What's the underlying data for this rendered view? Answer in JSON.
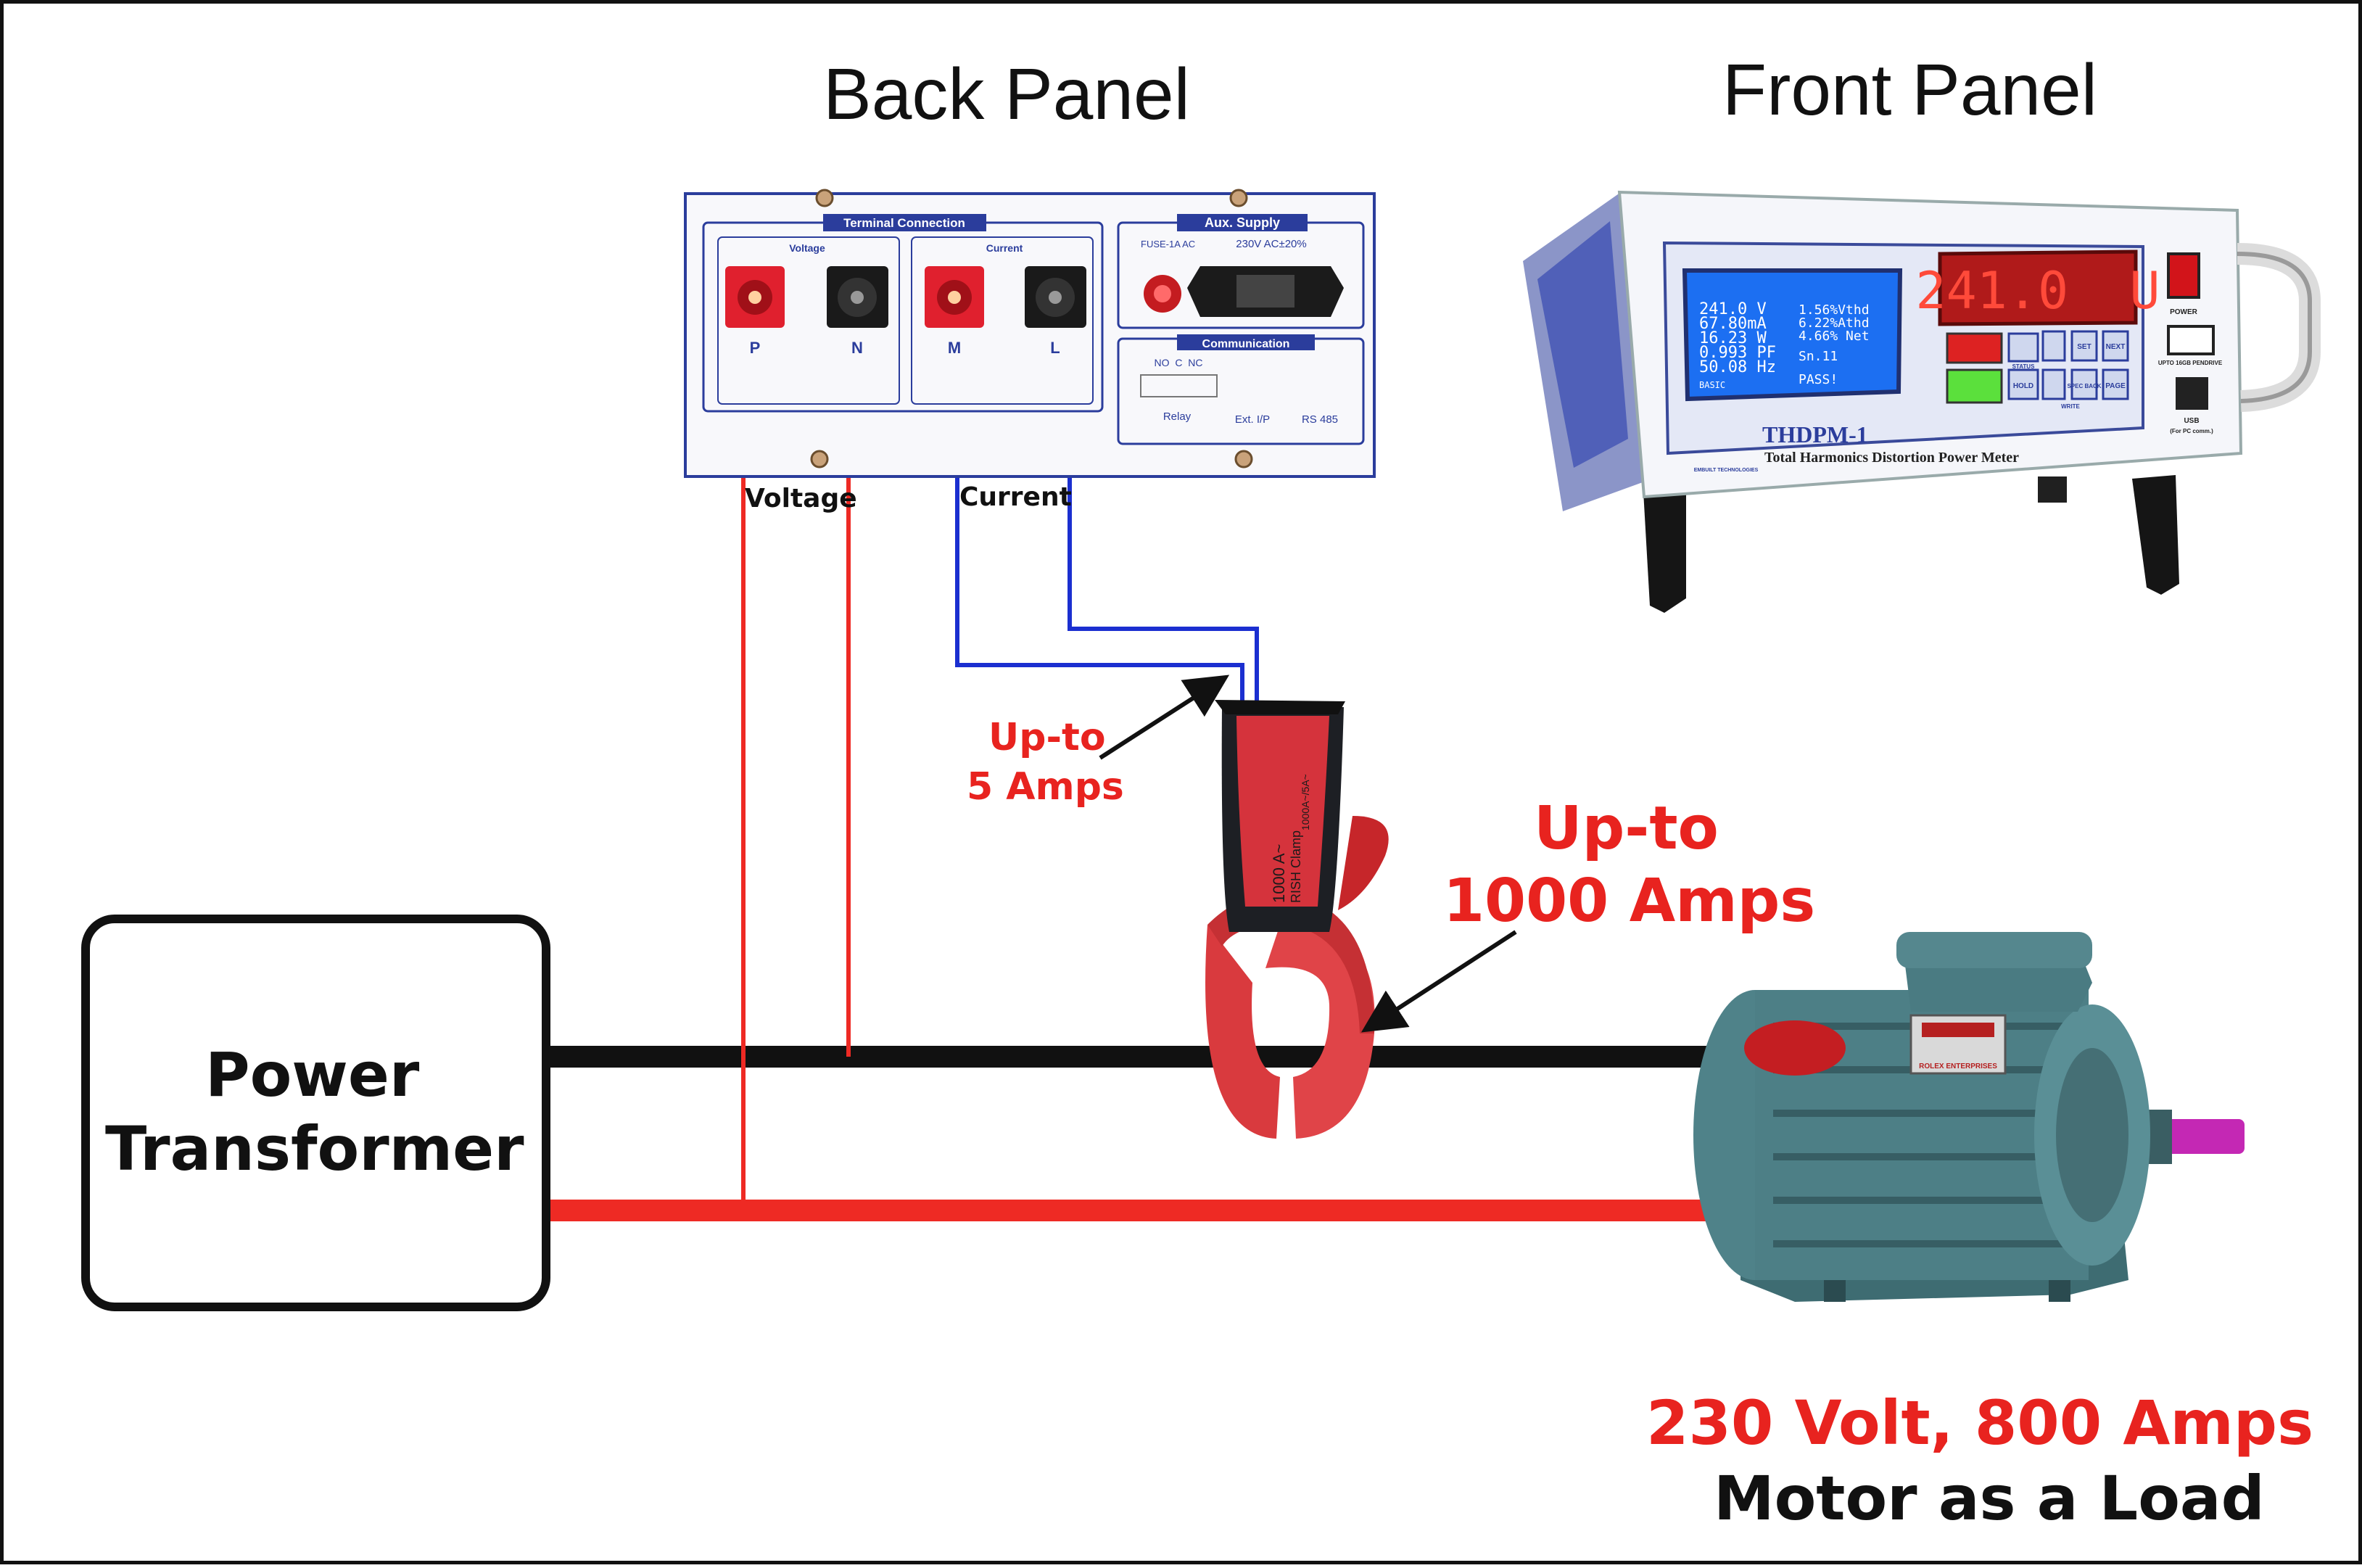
{
  "headings": {
    "back_panel": "Back Panel",
    "front_panel": "Front Panel"
  },
  "back_panel": {
    "terminal_connection": "Terminal Connection",
    "voltage_group": "Voltage",
    "current_group": "Current",
    "terminals": [
      "P",
      "N",
      "M",
      "L"
    ],
    "aux_supply": "Aux. Supply",
    "fuse": "FUSE-1A AC",
    "supply_rating": "230V AC±20%",
    "communication": "Communication",
    "relay_contacts": "NO  C  NC",
    "relay": "Relay",
    "ext_ip": "Ext. I/P",
    "rs485": "RS 485"
  },
  "wire_labels": {
    "voltage": "Voltage",
    "current": "Current"
  },
  "front_panel": {
    "display_left": [
      "241.0 V",
      "67.80mA",
      "16.23 W",
      "0.993 PF",
      "50.08 Hz"
    ],
    "display_right": [
      "1.56%Vthd",
      "6.22%Athd",
      "4.66% Net",
      "Sn.11",
      "PASS!"
    ],
    "display_footer": "BASIC",
    "led_readout": "241.0  U",
    "buttons": [
      "SET",
      "NEXT",
      "HOLD",
      "SPEC BACK",
      "PAGE"
    ],
    "status": "STATUS",
    "write": "WRITE",
    "power": "POWER",
    "usb_port": "UPTO 16GB PENDRIVE",
    "usb": "USB",
    "usb_note": "(For PC comm.)",
    "model": "THDPM-1",
    "model_desc": "Total Harmonics Distortion Power Meter",
    "brand": "EMBUILT TECHNOLOGIES"
  },
  "clamp": {
    "brand": "RISH Clamp",
    "rating": "1000 A~",
    "ratio": "1000A~/5A~"
  },
  "motor": {
    "brand": "ROLEX ENTERPRISES"
  },
  "annotations": {
    "clamp_secondary": [
      "Up-to",
      "5 Amps"
    ],
    "clamp_primary": [
      "Up-to",
      "1000 Amps"
    ]
  },
  "transformer": [
    "Power",
    "Transformer"
  ],
  "load": [
    "230 Volt, 800 Amps",
    "Motor as a Load"
  ],
  "colors": {
    "live_wire": "#ee2a24",
    "neutral_wire": "#111111",
    "ct_wire": "#1b2fd0",
    "label_red": "#e8231f",
    "panel_blue": "#2b3d9c"
  }
}
